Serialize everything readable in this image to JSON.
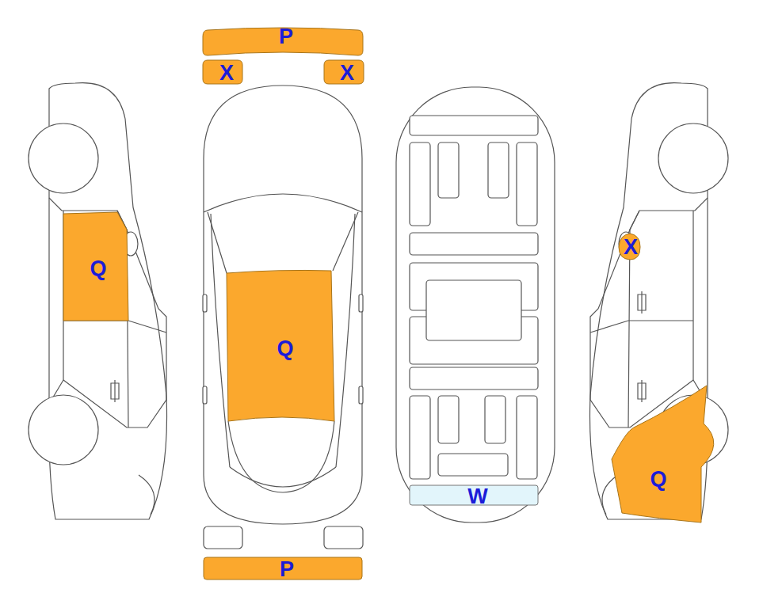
{
  "diagram": {
    "nodes": [
      {
        "text": [
          "P"
        ]
      },
      {
        "text": [
          "X"
        ]
      },
      {
        "text": [
          "X"
        ]
      },
      {
        "text": [
          "X"
        ]
      },
      {
        "text": [
          "Q"
        ]
      },
      {
        "text": [
          "Q"
        ]
      },
      {
        "text": [
          "Q"
        ]
      },
      {
        "text": [
          "W"
        ]
      },
      {
        "text": [
          "P"
        ]
      }
    ]
  }
}
